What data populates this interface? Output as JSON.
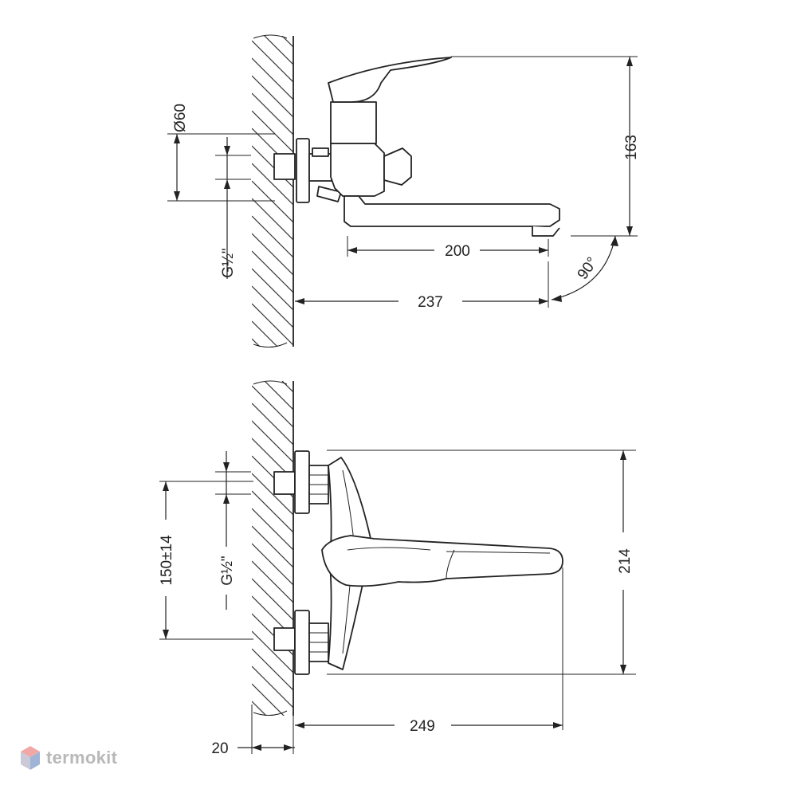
{
  "top_view": {
    "dim_diameter": "Ø60",
    "dim_thread": "G½\"",
    "dim_height": "163",
    "dim_spout": "200",
    "dim_reach": "237",
    "dim_angle": "90°"
  },
  "front_view": {
    "dim_spacing": "150±14",
    "dim_thread": "G½\"",
    "dim_height": "214",
    "dim_reach": "249",
    "dim_wall": "20"
  },
  "logo": {
    "text": "termokit",
    "colors": {
      "top": "#f2a7a7",
      "left": "#c9c9d8",
      "right": "#9fb4d6"
    }
  },
  "colors": {
    "line": "#222222",
    "background": "#ffffff"
  }
}
